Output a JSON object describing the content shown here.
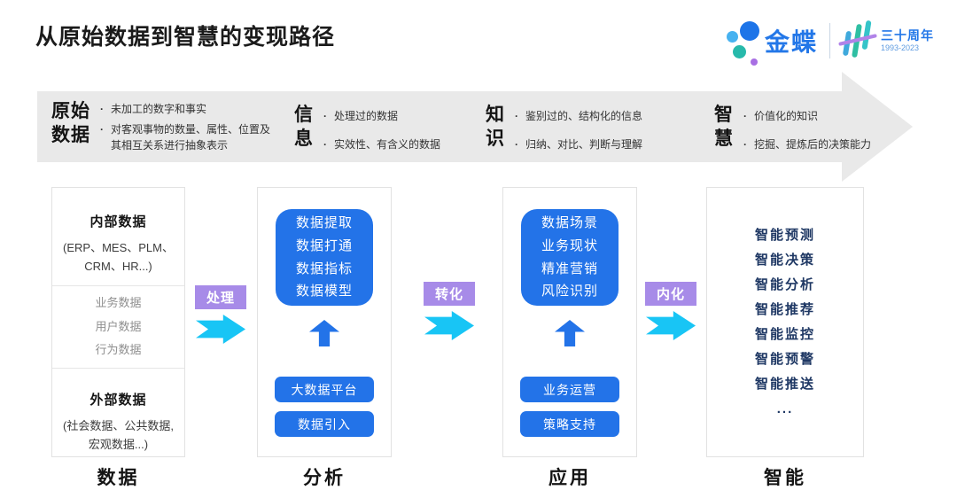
{
  "header": {
    "title": "从原始数据到智慧的变现路径",
    "logo": {
      "brand": "金蝶",
      "anniversary": "三十周年",
      "years": "1993-2023"
    }
  },
  "band": {
    "stages": [
      {
        "h1": "原始",
        "h2": "数据",
        "bullets": [
          "未加工的数字和事实",
          "对客观事物的数量、属性、位置及其相互关系进行抽象表示"
        ]
      },
      {
        "h1": "信",
        "h2": "息",
        "bullets": [
          "处理过的数据",
          "实效性、有含义的数据"
        ]
      },
      {
        "h1": "知",
        "h2": "识",
        "bullets": [
          "鉴别过的、结构化的信息",
          "归纳、对比、判断与理解"
        ]
      },
      {
        "h1": "智",
        "h2": "慧",
        "bullets": [
          "价值化的知识",
          "挖掘、提炼后的决策能力"
        ]
      }
    ]
  },
  "columns": {
    "data": {
      "label": "数据",
      "internal_title": "内部数据",
      "internal_detail": "(ERP、MES、PLM、CRM、HR...)",
      "middle_items": [
        "业务数据",
        "用户数据",
        "行为数据"
      ],
      "external_title": "外部数据",
      "external_detail": "(社会数据、公共数据, 宏观数据...)"
    },
    "analysis": {
      "label": "分析",
      "box_lines": [
        "数据提取",
        "数据打通",
        "数据指标",
        "数据模型"
      ],
      "buttons": [
        "大数据平台",
        "数据引入"
      ]
    },
    "application": {
      "label": "应用",
      "box_lines": [
        "数据场景",
        "业务现状",
        "精准营销",
        "风险识别"
      ],
      "buttons": [
        "业务运营",
        "策略支持"
      ]
    },
    "intelligence": {
      "label": "智能",
      "items": [
        "智能预测",
        "智能决策",
        "智能分析",
        "智能推荐",
        "智能监控",
        "智能预警",
        "智能推送",
        "..."
      ]
    }
  },
  "connectors": [
    {
      "label": "处理"
    },
    {
      "label": "转化"
    },
    {
      "label": "内化"
    }
  ],
  "colors": {
    "accent_blue": "#2373E8",
    "label_purple": "#A78BE8",
    "arrow_cyan": "#18C5F5",
    "smart_navy": "#1F3864",
    "band_gray": "#E9E9E9"
  }
}
